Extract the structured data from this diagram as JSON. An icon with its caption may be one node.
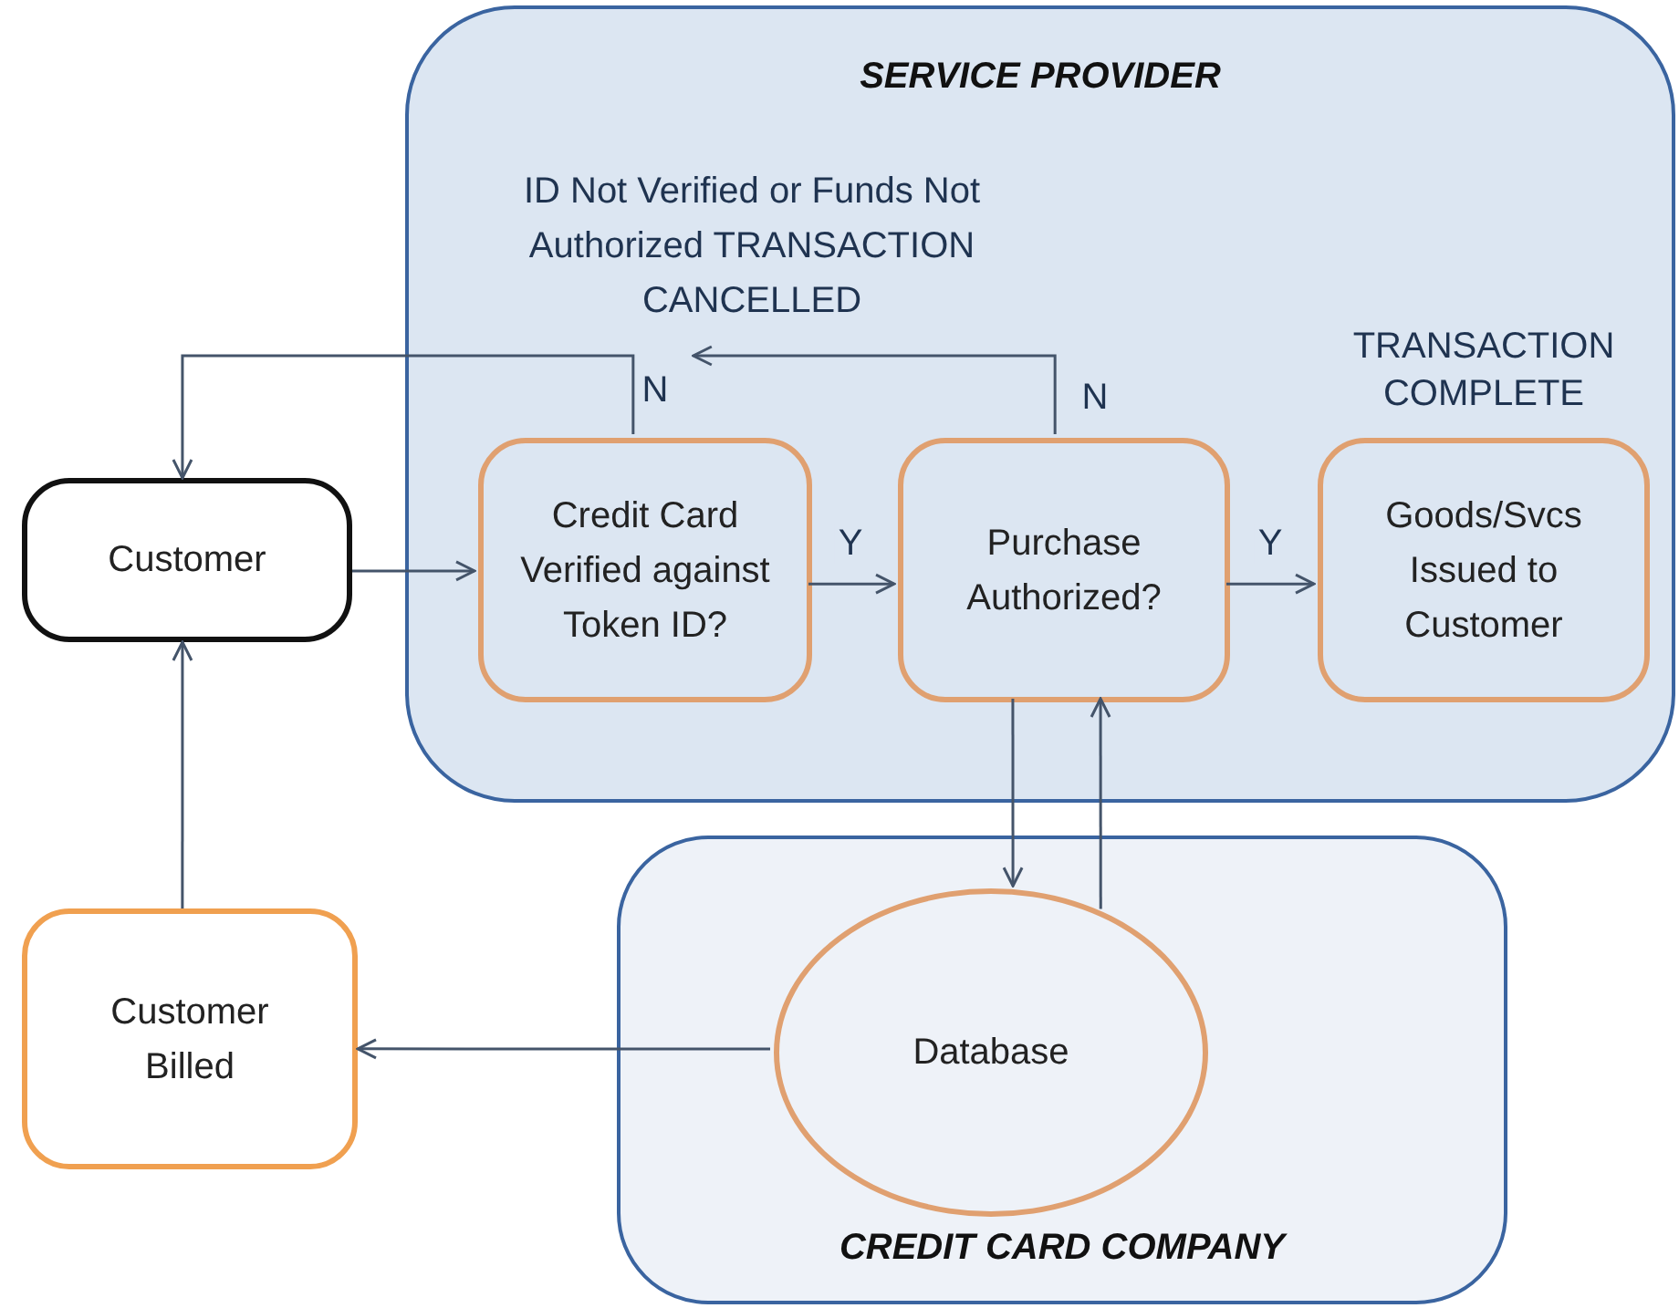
{
  "diagram": {
    "nodes": [
      {
        "text": [
          "SERVICE PROVIDER"
        ]
      },
      {
        "text": [
          "Credit Card Verified against Token ID?"
        ],
        "in": 0
      },
      {
        "text": [
          "Purchase Authorized?"
        ],
        "in": 0
      },
      {
        "text": [
          "Goods/Svcs Issued to Customer"
        ],
        "in": 0,
        "beside": [
          "TRANSACTION COMPLETE"
        ]
      },
      {
        "text": [
          "Customer"
        ]
      },
      {
        "text": [
          "CREDIT CARD COMPANY"
        ]
      },
      {
        "text": [
          "Database"
        ],
        "in": 5
      },
      {
        "text": [
          "Customer Billed"
        ]
      },
      {
        "text": [
          "ID Not Verified or Funds Not Authorized TRANSACTION CANCELLED"
        ],
        "in": 0
      }
    ],
    "edges": [
      {
        "from": 4,
        "to": 1,
        "arrow": "to"
      },
      {
        "from": 1,
        "to": 2,
        "arrow": "to",
        "label": "Y"
      },
      {
        "from": 2,
        "to": 3,
        "arrow": "to",
        "label": "Y"
      },
      {
        "from": 1,
        "to": 4,
        "arrow": "to",
        "label": "N"
      },
      {
        "from": 2,
        "to": 8,
        "arrow": "to",
        "label": "N"
      },
      {
        "from": 2,
        "to": 6,
        "arrow": "to"
      },
      {
        "from": 6,
        "to": 2,
        "arrow": "to"
      },
      {
        "from": 6,
        "to": 7,
        "arrow": "to"
      },
      {
        "from": 7,
        "to": 4,
        "arrow": "to"
      }
    ]
  }
}
